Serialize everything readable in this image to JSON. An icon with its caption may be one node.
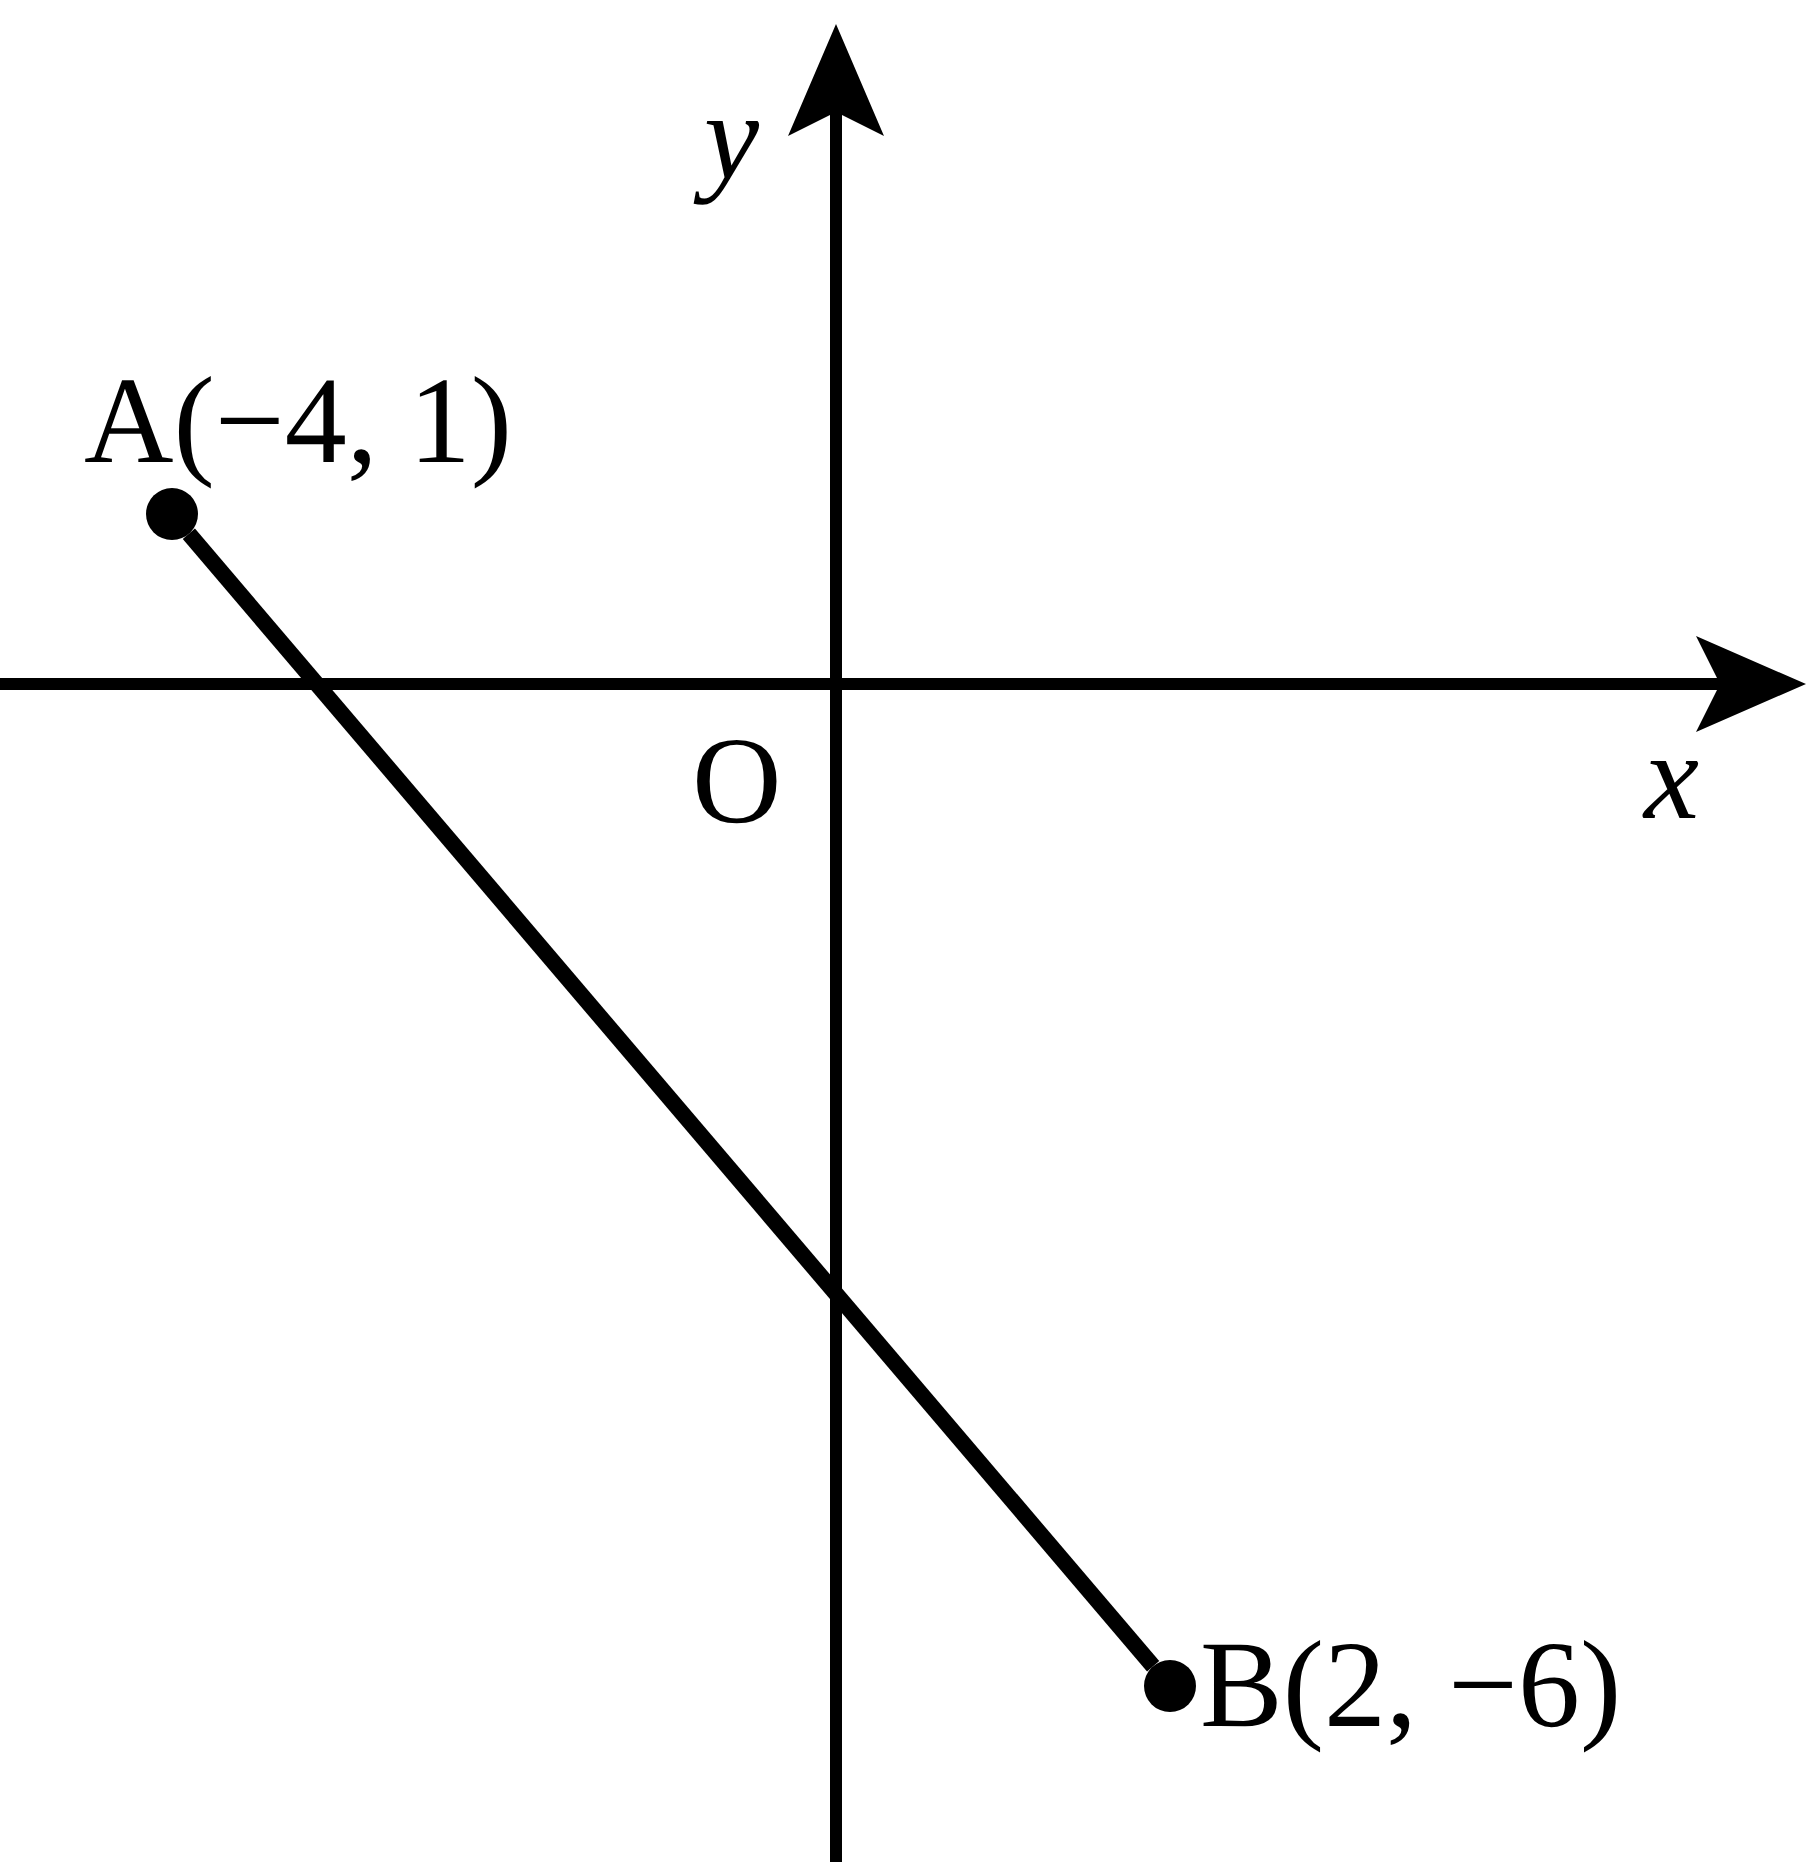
{
  "diagram": {
    "nodes": [
      {
        "text": [],
        "shape": "circle",
        "beside": [
          "A(−4, 1)"
        ]
      },
      {
        "text": [],
        "shape": "circle",
        "beside": [
          "B(2, −6)"
        ]
      }
    ],
    "edges": [
      {
        "from": 0,
        "to": 1,
        "arrow": "none"
      }
    ],
    "labels": [
      "y",
      "O",
      "x"
    ]
  }
}
